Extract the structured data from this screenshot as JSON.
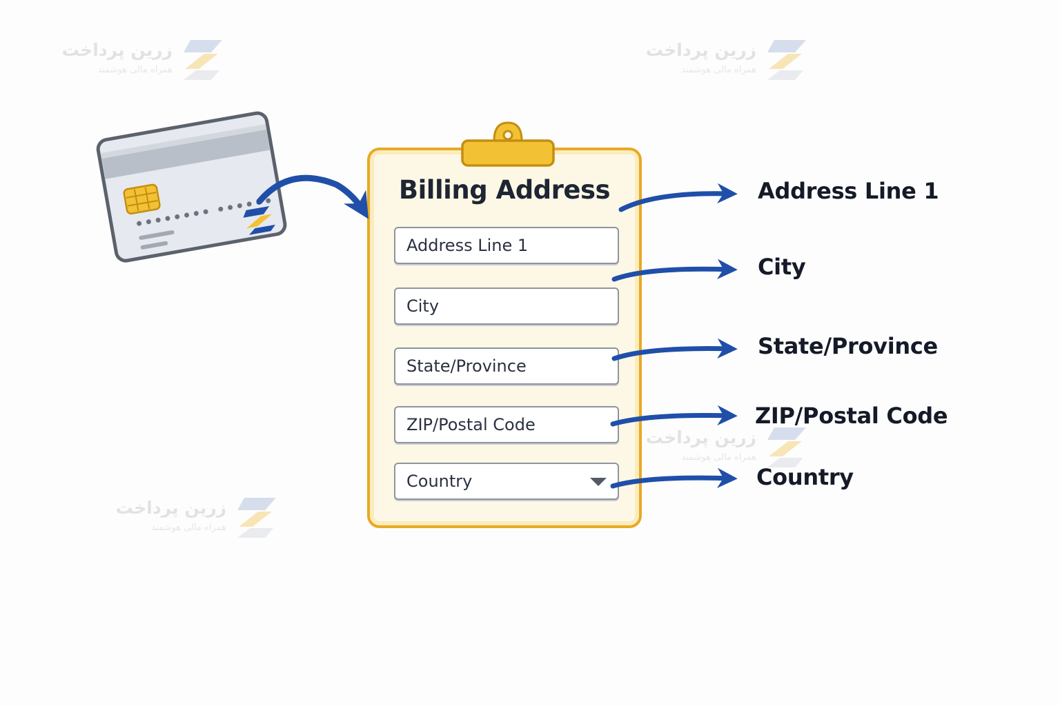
{
  "watermark": {
    "brand": "زرین پرداخت",
    "tagline": "همراه مالی هوشمند"
  },
  "form": {
    "title": "Billing Address",
    "fields": [
      {
        "placeholder": "Address Line 1"
      },
      {
        "placeholder": "City"
      },
      {
        "placeholder": "State/Province"
      },
      {
        "placeholder": "ZIP/Postal Code"
      },
      {
        "placeholder": "Country",
        "type": "dropdown"
      }
    ]
  },
  "outputs": {
    "labels": [
      "Address Line 1",
      "City",
      "State/Province",
      "ZIP/Postal Code",
      "Country"
    ]
  },
  "colors": {
    "arrow": "#1f4fa8",
    "clipboard_border": "#e8a923",
    "clipboard_fill": "#fdf8e6",
    "card_body": "#e6e9ef",
    "card_stripe": "#b9bfc9",
    "chip": "#f2c234",
    "text": "#1e2533"
  },
  "icons": {
    "card": "credit-card-icon",
    "clipboard_clip": "clipboard-clip-icon",
    "logo": "zarin-logo-icon",
    "dropdown": "caret-down-icon"
  }
}
